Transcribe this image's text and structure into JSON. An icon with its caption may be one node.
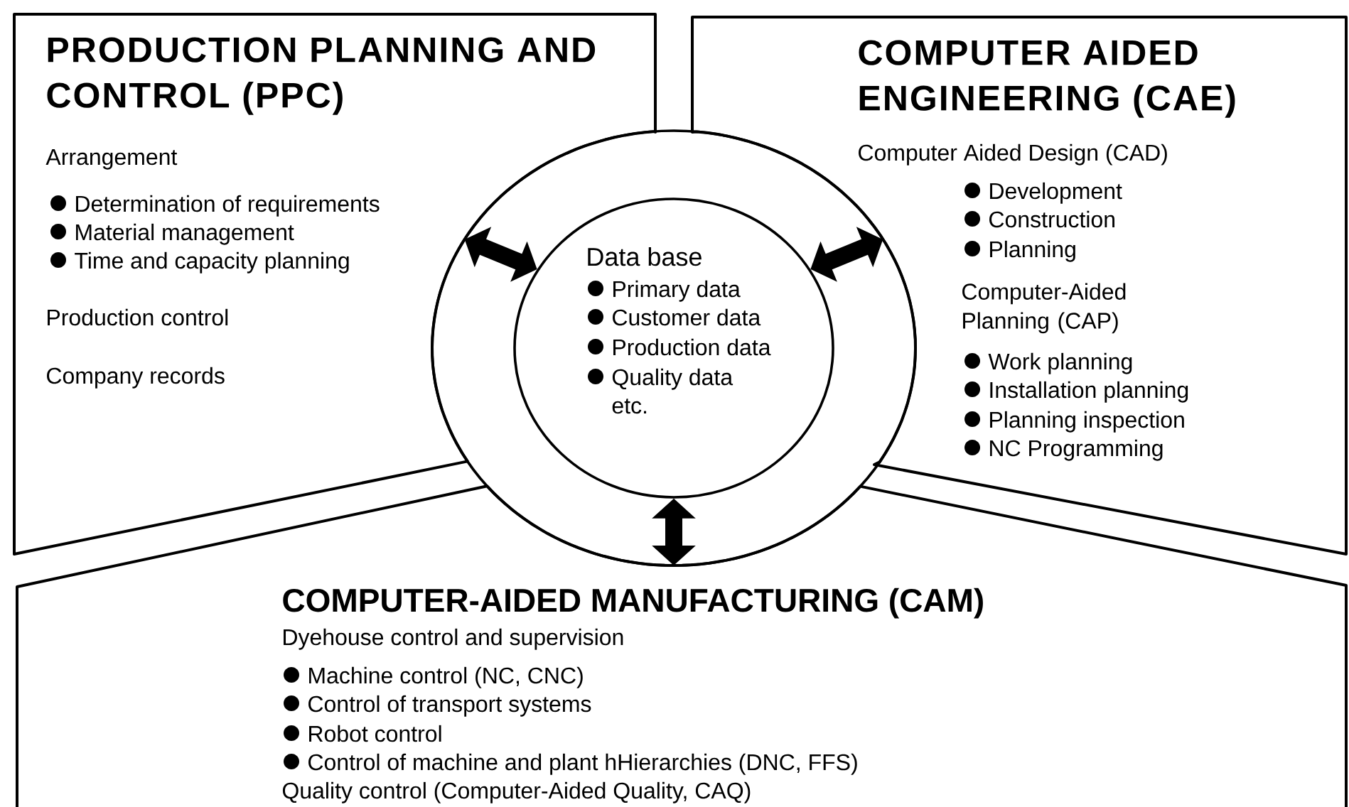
{
  "diagram": {
    "nodes": [
      {
        "text": [
          "PRODUCTION PLANNING AND CONTROL (PPC)",
          "Arrangement",
          "Determination of requirements",
          "Material management",
          "Time and capacity planning",
          "Production control",
          "Company records"
        ]
      },
      {
        "text": [
          "COMPUTER AIDED ENGINEERING (CAE)",
          "Computer Aided Design (CAD)",
          "Development",
          "Construction",
          "Planning",
          "Computer-Aided Planning (CAP)",
          "Work planning",
          "Installation planning",
          "Planning inspection",
          "NC Programming"
        ]
      },
      {
        "text": [
          "Data base",
          "Primary data",
          "Customer data",
          "Production data",
          "Quality data",
          "etc."
        ]
      },
      {
        "text": [
          "COMPUTER-AIDED MANUFACTURING (CAM)",
          "Dyehouse control and supervision",
          "Machine control (NC, CNC)",
          "Control of transport systems",
          "Robot control",
          "Control of machine and plant hHierarchies (DNC, FFS)",
          "Quality control (Computer-Aided Quality, CAQ)"
        ]
      }
    ],
    "edges": [
      {
        "from": 2,
        "to": 0,
        "arrow": "both"
      },
      {
        "from": 2,
        "to": 1,
        "arrow": "both"
      },
      {
        "from": 2,
        "to": 3,
        "arrow": "both"
      }
    ]
  }
}
